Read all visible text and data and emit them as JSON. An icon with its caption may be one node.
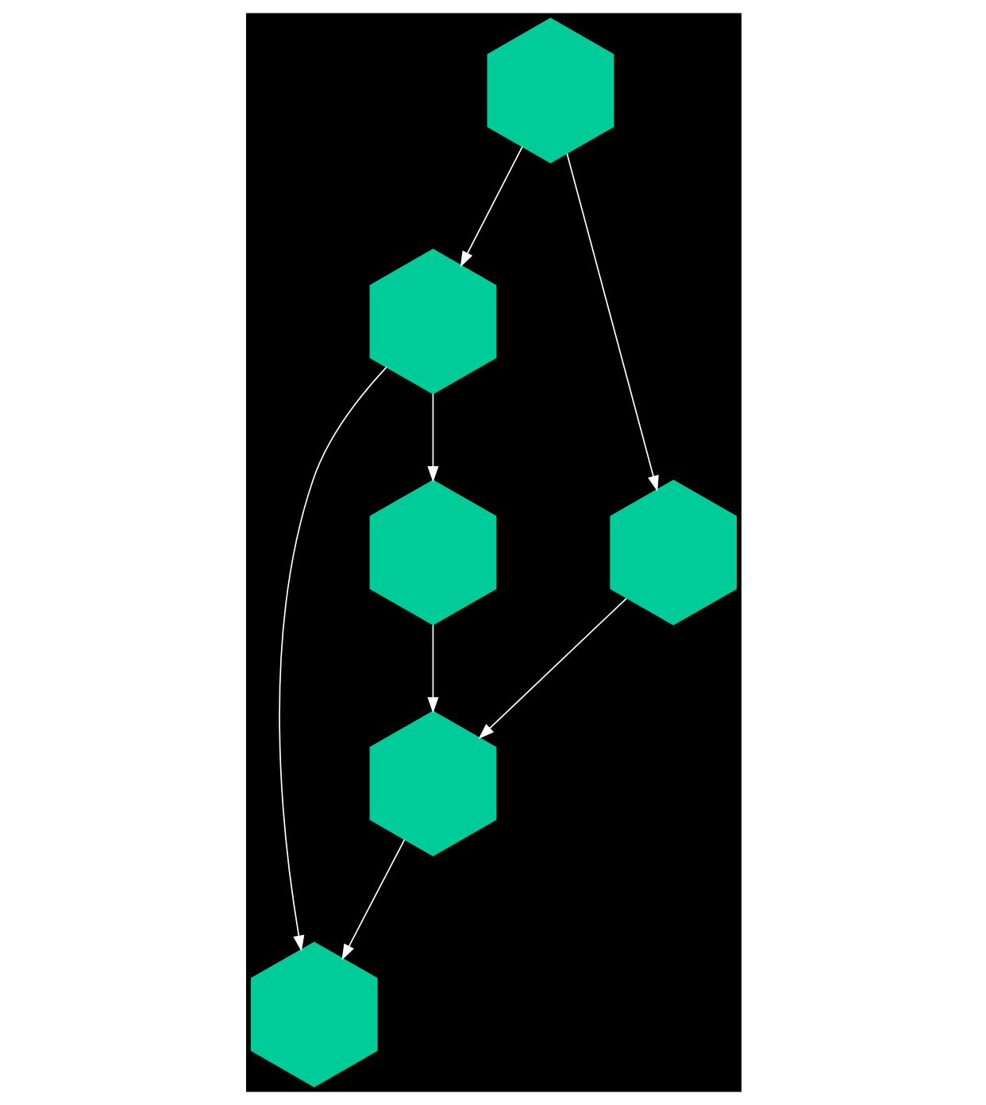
{
  "diagram": {
    "nodes": [
      {
        "text": [],
        "shape": "hexagon"
      },
      {
        "text": [],
        "shape": "hexagon"
      },
      {
        "text": [],
        "shape": "hexagon"
      },
      {
        "text": [],
        "shape": "hexagon"
      },
      {
        "text": [],
        "shape": "hexagon"
      },
      {
        "text": [],
        "shape": "hexagon"
      }
    ],
    "edges": [
      {
        "from": 1,
        "to": 0,
        "arrow": "to"
      },
      {
        "from": 0,
        "to": 2,
        "arrow": "to"
      },
      {
        "from": 0,
        "to": 5,
        "arrow": "to"
      },
      {
        "from": 1,
        "to": 3,
        "arrow": "to"
      },
      {
        "from": 2,
        "to": 4,
        "arrow": "to"
      },
      {
        "from": 3,
        "to": 4,
        "arrow": "to"
      },
      {
        "from": 4,
        "to": 5,
        "arrow": "to"
      }
    ]
  }
}
